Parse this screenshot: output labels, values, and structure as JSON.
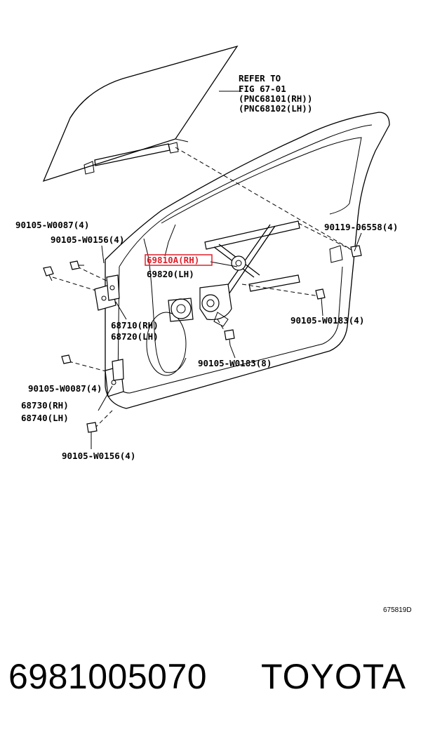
{
  "refer": {
    "line1": "REFER TO",
    "line2": "FIG 67-01",
    "line3": "(PNC68101(RH))",
    "line4": "(PNC68102(LH))"
  },
  "parts": {
    "bolt_90105_w0087_top": "90105-W0087(4)",
    "bolt_90105_w0156_top": "90105-W0156(4)",
    "regulator_rh": "69810A(RH)",
    "regulator_lh": "69820(LH)",
    "hinge_upper_rh": "68710(RH)",
    "hinge_upper_lh": "68720(LH)",
    "bolt_90119_06558": "90119-06558(4)",
    "bolt_90105_w0183_right": "90105-W0183(4)",
    "bolt_90105_w0183_bottom": "90105-W0183(8)",
    "bolt_90105_w0087_bottom": "90105-W0087(4)",
    "hinge_lower_rh": "68730(RH)",
    "hinge_lower_lh": "68740(LH)",
    "bolt_90105_w0156_bottom": "90105-W0156(4)"
  },
  "figure_id": "675819D",
  "footer": {
    "part_number": "6981005070",
    "brand": "TOYOTA"
  },
  "colors": {
    "highlight": "#e0202a",
    "ink": "#000000",
    "background": "#ffffff"
  }
}
